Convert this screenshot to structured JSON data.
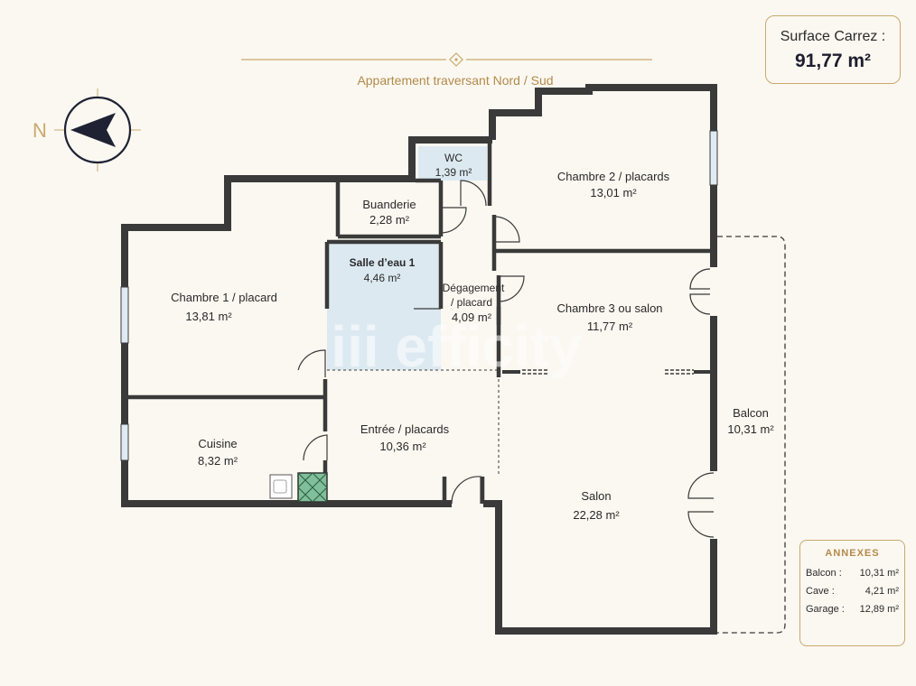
{
  "subtitle": "Appartement traversant Nord / Sud",
  "compass": {
    "label": "N",
    "icon": "compass-arrow-icon"
  },
  "carrez": {
    "label": "Surface Carrez :",
    "value": "91,77 m²"
  },
  "watermark": "iii efficity",
  "rooms": {
    "wc": {
      "name": "WC",
      "area": "1,39 m²"
    },
    "buanderie": {
      "name": "Buanderie",
      "area": "2,28 m²"
    },
    "chambre2": {
      "name": "Chambre 2 / placards",
      "area": "13,01 m²"
    },
    "chambre1": {
      "name": "Chambre 1 / placard",
      "area": "13,81 m²"
    },
    "salle_eau": {
      "name": "Salle d’eau 1",
      "area": "4,46 m²"
    },
    "degagement": {
      "name_line1": "Dégagement",
      "name_line2": "/ placard",
      "area": "4,09 m²"
    },
    "chambre3": {
      "name": "Chambre 3 ou salon",
      "area": "11,77 m²"
    },
    "cuisine": {
      "name": "Cuisine",
      "area": "8,32 m²"
    },
    "entree": {
      "name": "Entrée / placards",
      "area": "10,36 m²"
    },
    "salon": {
      "name": "Salon",
      "area": "22,28 m²"
    },
    "balcon": {
      "name": "Balcon",
      "area": "10,31 m²"
    }
  },
  "annexes": {
    "title": "ANNEXES",
    "items": [
      {
        "label": "Balcon :",
        "value": "10,31 m²"
      },
      {
        "label": "Cave :",
        "value": "4,21 m²"
      },
      {
        "label": "Garage :",
        "value": "12,89 m²"
      }
    ]
  },
  "colors": {
    "wall": "#3a3a3a",
    "gold": "#c9a96e",
    "navy": "#1e2233",
    "bath_fill": "#dce9f1",
    "window": "#dfeaf2",
    "shower_green": "#7fbf9a"
  }
}
